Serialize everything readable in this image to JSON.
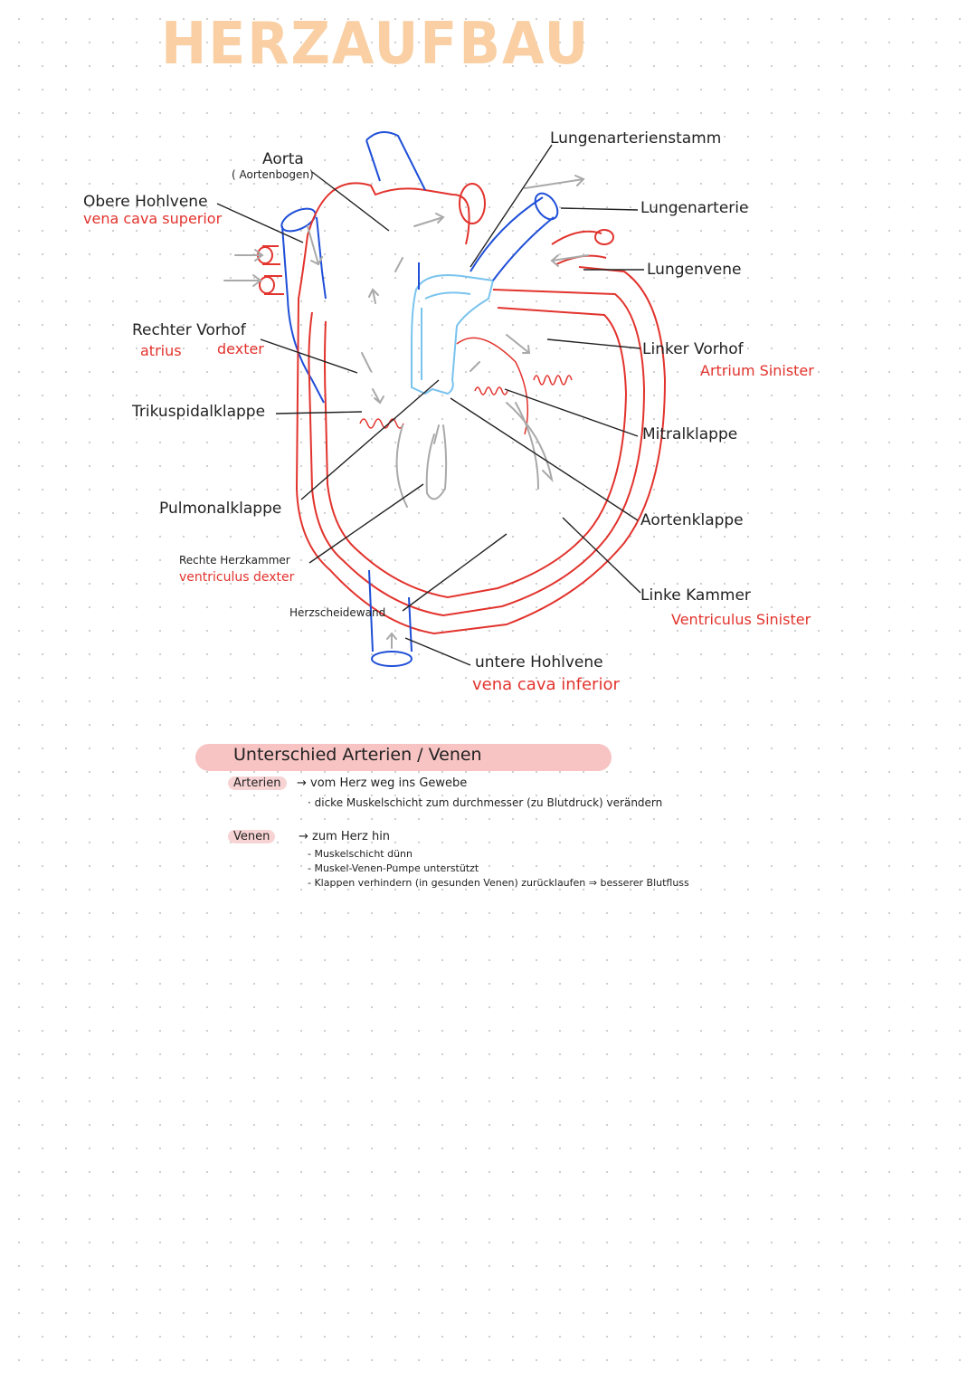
{
  "title": "HERZAUFBAU",
  "labels": {
    "aorta": "Aorta",
    "aorta_sub": "( Aortenbogen)",
    "obere_hohlvene": "Obere Hohlvene",
    "obere_hohlvene_lat": "vena cava superior",
    "rechter_vorhof": "Rechter Vorhof",
    "rechter_vorhof_lat1": "atrius",
    "rechter_vorhof_lat2": "dexter",
    "trikuspidalklappe": "Trikuspidalklappe",
    "pulmonalklappe": "Pulmonalklappe",
    "rechte_herzkammer": "Rechte Herzkammer",
    "rechte_herzkammer_lat": "ventriculus dexter",
    "herzscheidewand": "Herzscheidewand",
    "untere_hohlvene": "untere Hohlvene",
    "untere_hohlvene_lat": "vena cava inferior",
    "lungenarterienstamm": "Lungenarterienstamm",
    "lungenarterie": "Lungenarterie",
    "lungenvene": "Lungenvene",
    "linker_vorhof": "Linker Vorhof",
    "linker_vorhof_lat": "Artrium Sinister",
    "mitralklappe": "Mitralklappe",
    "aortenklappe": "Aortenklappe",
    "linke_kammer": "Linke Kammer",
    "linke_kammer_lat": "Ventriculus Sinister"
  },
  "notes": {
    "heading": "Unterschied Arterien / Venen",
    "arterien_label": "Arterien",
    "arterien_1": "→ vom Herz weg ins Gewebe",
    "arterien_2": "· dicke Muskelschicht zum durchmesser (zu Blutdruck) verändern",
    "venen_label": "Venen",
    "venen_1": "→ zum Herz hin",
    "venen_2": "- Muskelschicht dünn",
    "venen_3": "- Muskel-Venen-Pumpe unterstützt",
    "venen_4": "- Klappen verhindern (in gesunden Venen) zurücklaufen ⇒ besserer Blutfluss"
  },
  "colors": {
    "title": "#f9cfa3",
    "artery": "#e2332d",
    "artery_light": "#f2a3a3",
    "vein": "#1f4fd8",
    "pulmonary": "#79c3ee",
    "arrow": "#a9a9a9",
    "latin_text": "#e2332d",
    "highlight": "#f7c3c3"
  }
}
